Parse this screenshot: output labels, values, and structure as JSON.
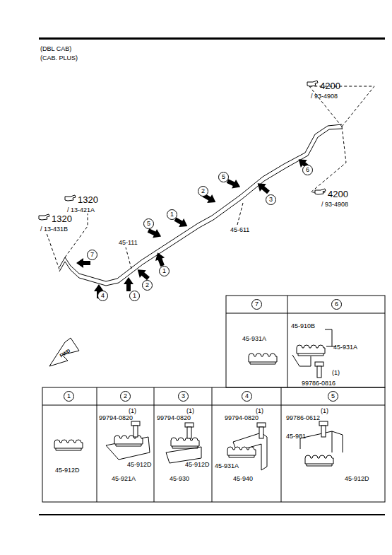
{
  "diagram": {
    "labels": [
      "(DBL CAB)",
      "(CAB. PLUS)",
      "4200",
      "/ 93-4908",
      "6",
      "5",
      "3",
      "2",
      "4200",
      "/ 93-4908",
      "1320",
      "/ 13-421A",
      "1320",
      "/ 13-431B",
      "1",
      "5",
      "45-611",
      "45-111",
      "7",
      "1",
      "2",
      "1",
      "4",
      "FWD",
      "7",
      "6",
      "45-931A",
      "45-910B",
      "45-931A",
      "(1)",
      "99786-0816",
      "1",
      "2",
      "3",
      "4",
      "5",
      "45-912D",
      "(1)",
      "99794-0820",
      "45-912D",
      "45-921A",
      "(1)",
      "99794-0820",
      "45-912D",
      "45-930",
      "(1)",
      "99794-0820",
      "45-931A",
      "45-940",
      "(1)",
      "99786-0612",
      "45-981",
      "45-912D"
    ]
  }
}
